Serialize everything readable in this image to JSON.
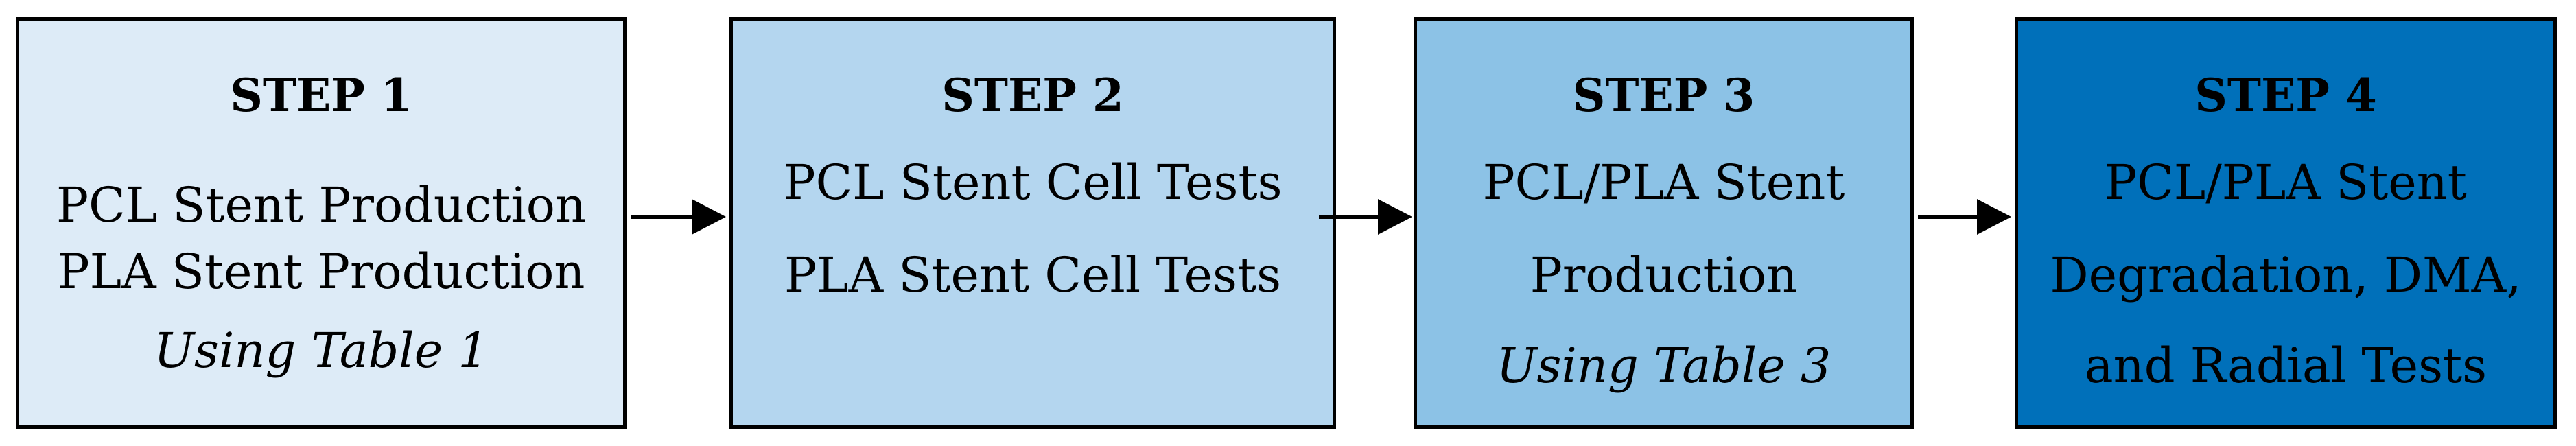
{
  "steps": [
    {
      "title": "STEP 1",
      "lines": [
        "PCL Stent Production",
        "PLA Stent Production"
      ],
      "note": "Using Table 1",
      "fill": "#ddebf7"
    },
    {
      "title": "STEP 2",
      "lines": [
        "PCL Stent Cell Tests",
        "PLA Stent Cell Tests"
      ],
      "fill": "#b4d6ef"
    },
    {
      "title": "STEP 3",
      "lines": [
        "PCL/PLA Stent",
        "Production"
      ],
      "note": "Using Table 3",
      "fill": "#8cc2e6"
    },
    {
      "title": "STEP 4",
      "lines": [
        "PCL/PLA Stent",
        "Degradation, DMA,",
        "and Radial Tests"
      ],
      "fill": "#0070ba"
    }
  ],
  "colors": {
    "border": "#000000",
    "arrow": "#000000",
    "text": "#000000"
  }
}
